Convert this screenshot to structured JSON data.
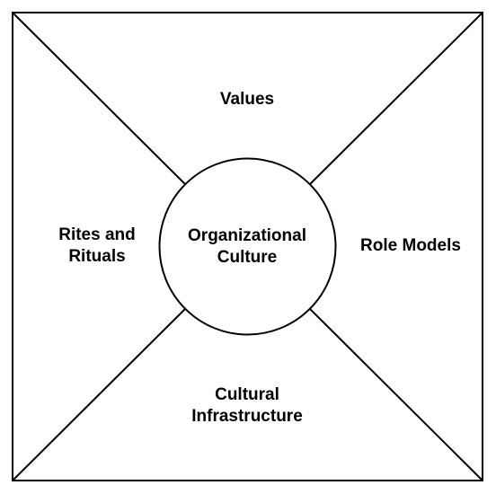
{
  "diagram": {
    "center": {
      "label": "Organizational\nCulture"
    },
    "sections": {
      "top": {
        "label": "Values"
      },
      "left": {
        "label": "Rites and\nRituals"
      },
      "right": {
        "label": "Role Models"
      },
      "bottom": {
        "label": "Cultural\nInfrastructure"
      }
    },
    "colors": {
      "stroke": "#000000",
      "background": "#ffffff",
      "text": "#000000"
    }
  }
}
